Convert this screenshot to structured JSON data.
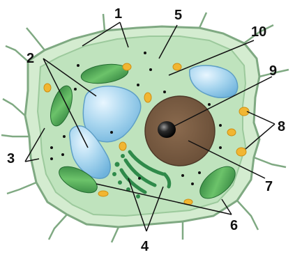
{
  "labels": {
    "l1": "1",
    "l2": "2",
    "l3": "3",
    "l4": "4",
    "l5": "5",
    "l6": "6",
    "l7": "7",
    "l8": "8",
    "l9": "9",
    "l10": "10"
  },
  "colors": {
    "cell_wall_fill": "#d4ecd0",
    "cell_wall_stroke": "#7fa982",
    "cytoplasm": "#bfe3bd",
    "vacuole": "#a9d6ef",
    "chloroplast": "#4aa05a",
    "nucleus": "#7b5e45",
    "nucleolus": "#1e1e1e",
    "mitochondria": "#f1b632",
    "golgi": "#2f8a4a",
    "granules": "#111111"
  }
}
